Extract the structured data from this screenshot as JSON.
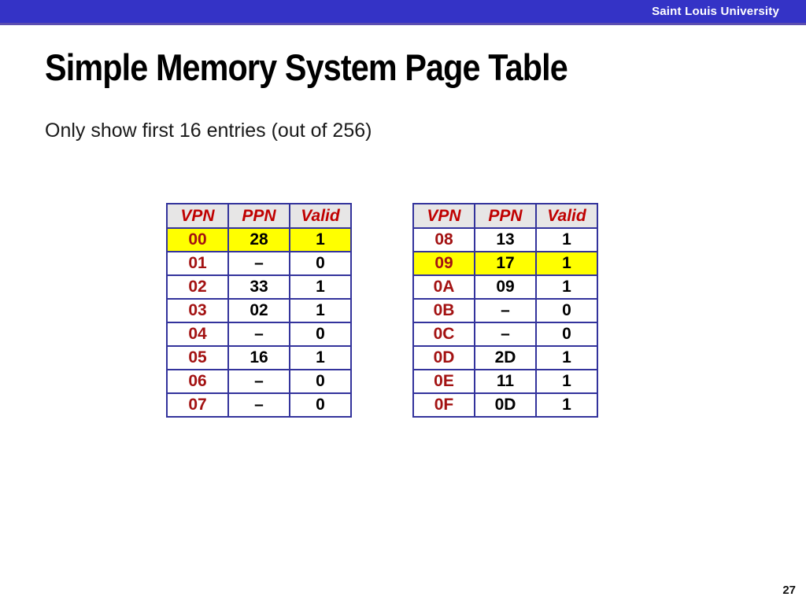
{
  "header": {
    "brand": "Saint Louis University",
    "bar_color": "#3433C6",
    "accent_line_color": "#5B4EB0"
  },
  "slide": {
    "title": "Simple Memory System Page Table",
    "subtitle": "Only show first 16 entries (out of 256)",
    "page_number": "27"
  },
  "colors": {
    "table_border": "#33339C",
    "header_cell_background": "#E7E6E6",
    "header_text": "#C00000",
    "vpn_value_text": "#A31212",
    "highlight_row": "#FFFF00"
  },
  "tables": {
    "columns": [
      "VPN",
      "PPN",
      "Valid"
    ],
    "left": {
      "rows": [
        {
          "vpn": "00",
          "ppn": "28",
          "valid": "1",
          "highlight": true
        },
        {
          "vpn": "01",
          "ppn": "–",
          "valid": "0",
          "highlight": false
        },
        {
          "vpn": "02",
          "ppn": "33",
          "valid": "1",
          "highlight": false
        },
        {
          "vpn": "03",
          "ppn": "02",
          "valid": "1",
          "highlight": false
        },
        {
          "vpn": "04",
          "ppn": "–",
          "valid": "0",
          "highlight": false
        },
        {
          "vpn": "05",
          "ppn": "16",
          "valid": "1",
          "highlight": false
        },
        {
          "vpn": "06",
          "ppn": "–",
          "valid": "0",
          "highlight": false
        },
        {
          "vpn": "07",
          "ppn": "–",
          "valid": "0",
          "highlight": false
        }
      ]
    },
    "right": {
      "rows": [
        {
          "vpn": "08",
          "ppn": "13",
          "valid": "1",
          "highlight": false
        },
        {
          "vpn": "09",
          "ppn": "17",
          "valid": "1",
          "highlight": true
        },
        {
          "vpn": "0A",
          "ppn": "09",
          "valid": "1",
          "highlight": false
        },
        {
          "vpn": "0B",
          "ppn": "–",
          "valid": "0",
          "highlight": false
        },
        {
          "vpn": "0C",
          "ppn": "–",
          "valid": "0",
          "highlight": false
        },
        {
          "vpn": "0D",
          "ppn": "2D",
          "valid": "1",
          "highlight": false
        },
        {
          "vpn": "0E",
          "ppn": "11",
          "valid": "1",
          "highlight": false
        },
        {
          "vpn": "0F",
          "ppn": "0D",
          "valid": "1",
          "highlight": false
        }
      ]
    }
  }
}
